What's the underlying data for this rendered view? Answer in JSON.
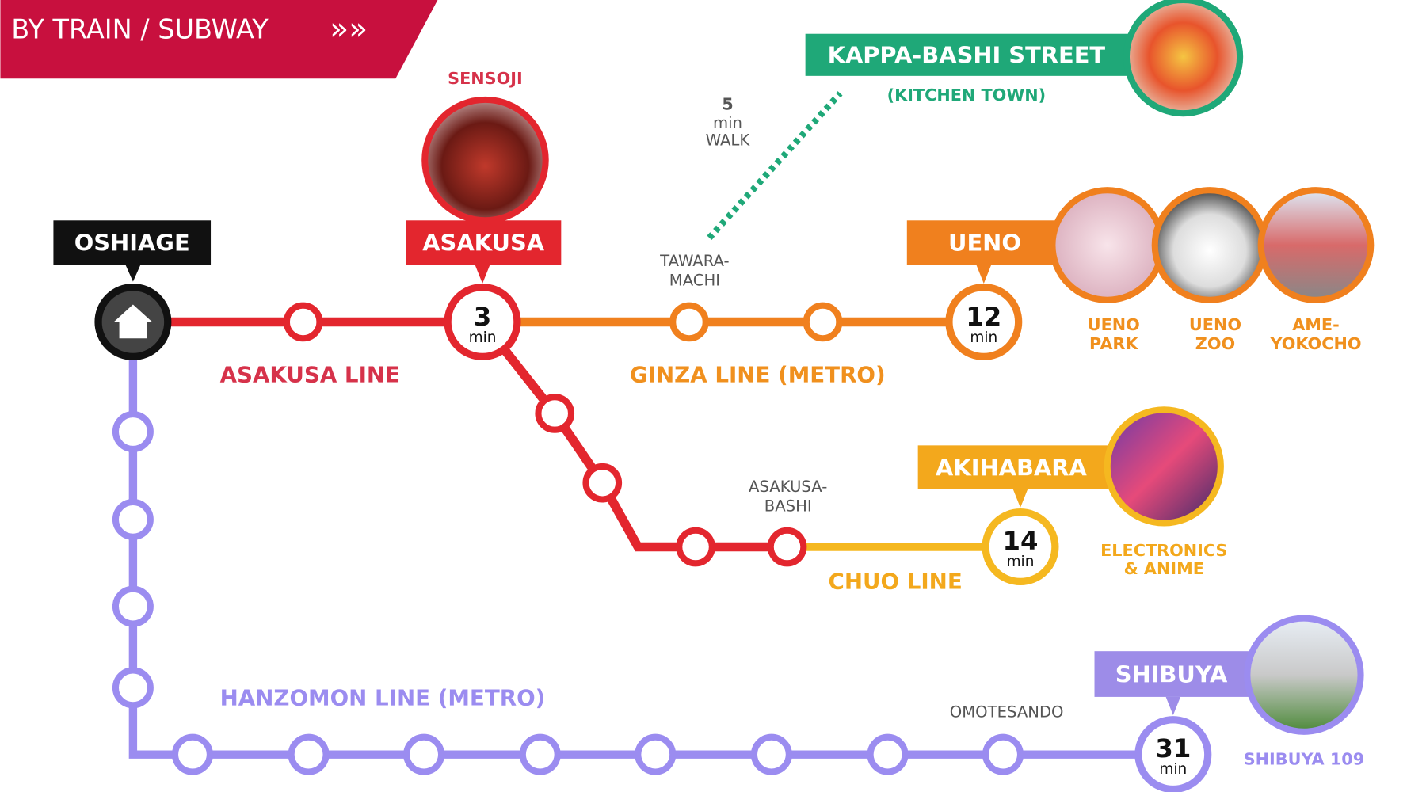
{
  "header": {
    "title": "BY TRAIN / SUBWAY",
    "chevrons": "»»"
  },
  "colors": {
    "banner": "#c8103e",
    "asakusa": "#e3262e",
    "ginza": "#f0801e",
    "chuo": "#f5b820",
    "hanzomon": "#9b8cf0",
    "kappa": "#1fa878"
  },
  "stations": {
    "oshiage": {
      "name": "OSHIAGE",
      "icon": "home-icon"
    },
    "asakusa": {
      "name": "ASAKUSA",
      "time": "3",
      "unit": "min",
      "attraction": "SENSOJI"
    },
    "tawaramachi": {
      "line1": "TAWARA-",
      "line2": "MACHI"
    },
    "ueno": {
      "name": "UENO",
      "time": "12",
      "unit": "min"
    },
    "asakusabashi": {
      "line1": "ASAKUSA-",
      "line2": "BASHI"
    },
    "akihabara": {
      "name": "AKIHABARA",
      "time": "14",
      "unit": "min",
      "attr1": "ELECTRONICS",
      "attr2": "& ANIME"
    },
    "omotesando": {
      "name": "OMOTESANDO"
    },
    "shibuya": {
      "name": "SHIBUYA",
      "time": "31",
      "unit": "min",
      "attraction": "SHIBUYA 109"
    }
  },
  "ueno_attractions": [
    {
      "l1": "UENO",
      "l2": "PARK"
    },
    {
      "l1": "UENO",
      "l2": "ZOO"
    },
    {
      "l1": "AME-",
      "l2": "YOKOCHO"
    }
  ],
  "lines": {
    "asakusa": "ASAKUSA LINE",
    "ginza": "GINZA LINE (METRO)",
    "chuo": "CHUO LINE",
    "hanzomon": "HANZOMON LINE (METRO)"
  },
  "kappabashi": {
    "name": "KAPPA-BASHI STREET",
    "sub": "(KITCHEN TOWN)",
    "walk_num": "5",
    "walk_unit": "min",
    "walk_label": "WALK"
  }
}
